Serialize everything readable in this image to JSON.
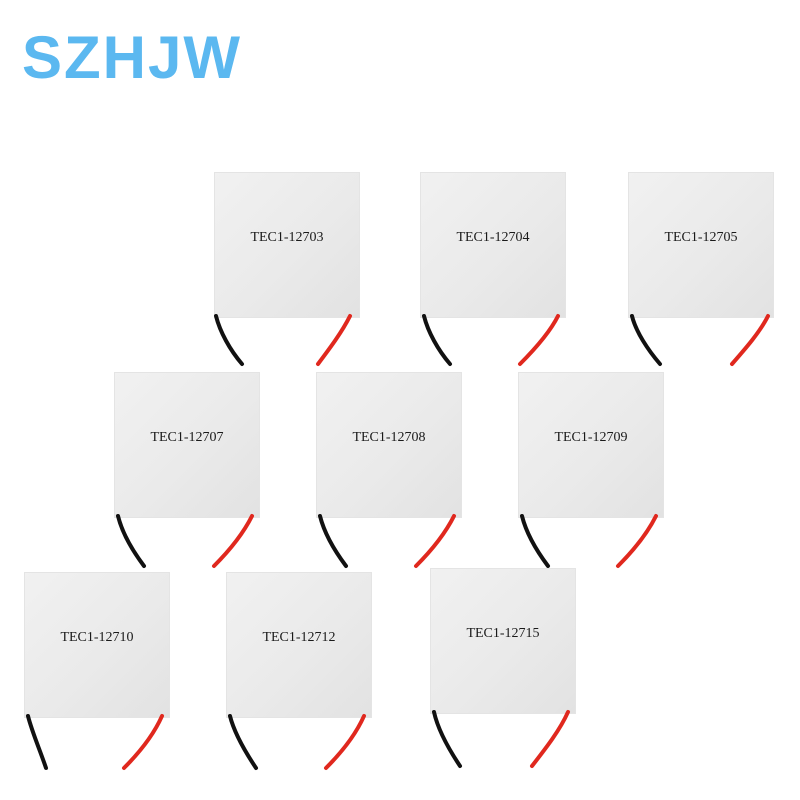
{
  "brand": {
    "text": "SZHJW",
    "color": "#5BB8F0"
  },
  "wire_colors": {
    "black": "#111111",
    "red": "#E0281E"
  },
  "modules": [
    {
      "label": "TEC1-12703"
    },
    {
      "label": "TEC1-12704"
    },
    {
      "label": "TEC1-12705"
    },
    {
      "label": "TEC1-12707"
    },
    {
      "label": "TEC1-12708"
    },
    {
      "label": "TEC1-12709"
    },
    {
      "label": "TEC1-12710"
    },
    {
      "label": "TEC1-12712"
    },
    {
      "label": "TEC1-12715"
    }
  ]
}
